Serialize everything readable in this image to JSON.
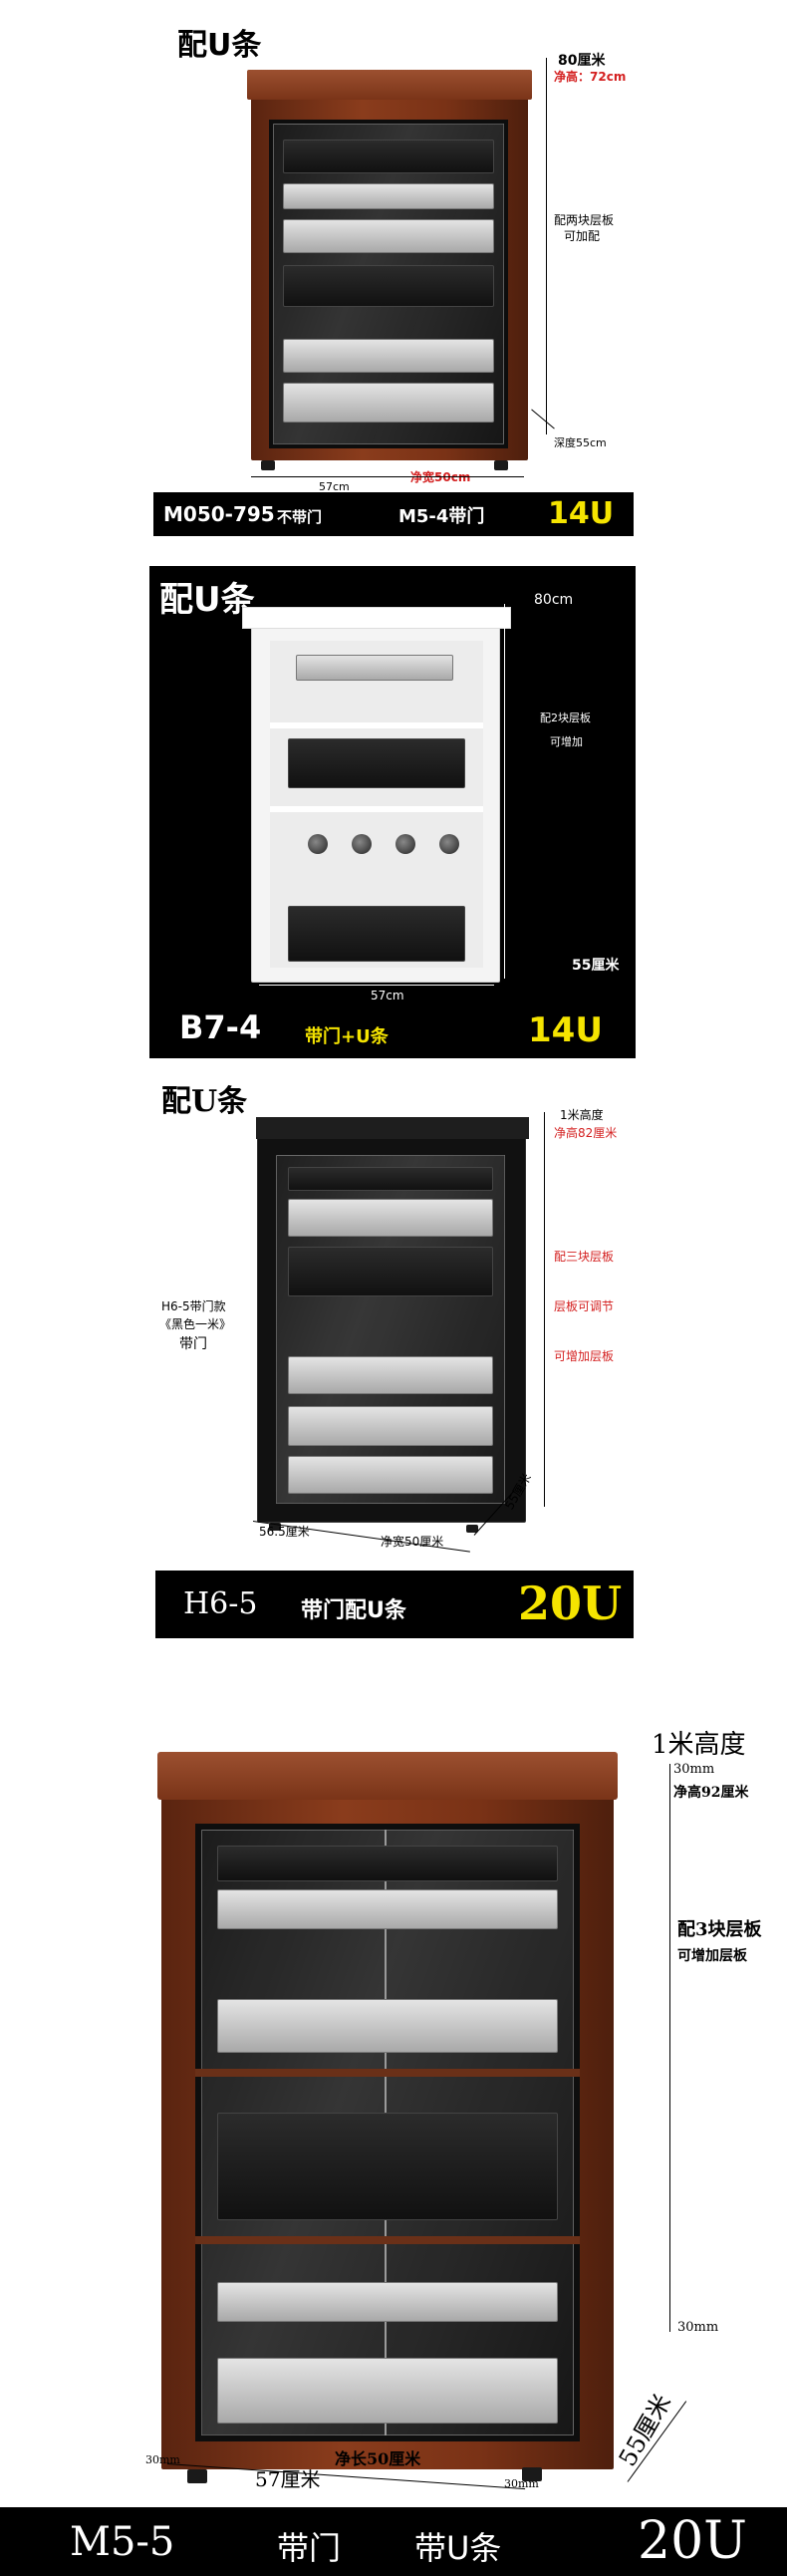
{
  "s1": {
    "heading": "配U条",
    "height_label": "80厘米",
    "net_height": "净高：72cm",
    "shelf_note_1": "配两块层板",
    "shelf_note_2": "可加配",
    "depth_label": "深度55cm",
    "net_width": "净宽50cm",
    "width_label": "57cm",
    "banner_model": "M050-795",
    "banner_door1": "不带门",
    "banner_model2": "M5-4带门",
    "banner_u": "14U"
  },
  "s2": {
    "heading": "配U条",
    "height_label": "80cm",
    "shelf_note_1": "配2块层板",
    "shelf_note_2": "可增加",
    "depth_label": "55厘米",
    "width_label": "57cm",
    "banner_model": "B7-4",
    "banner_desc": "带门+U条",
    "banner_u": "14U"
  },
  "s3": {
    "heading": "配U条",
    "height_label": "1米高度",
    "net_height": "净高82厘米",
    "note_1": "配三块层板",
    "note_2": "层板可调节",
    "note_3": "可增加层板",
    "left_1": "H6-5带门款",
    "left_2": "《黑色一米》",
    "left_3": "带门",
    "width_label": "56.5厘米",
    "net_width": "净宽50厘米",
    "depth_label": "55厘米",
    "banner_model": "H6-5",
    "banner_desc": "带门配U条",
    "banner_u": "20U"
  },
  "s4": {
    "height_label": "1米高度",
    "top_gap": "30mm",
    "net_height": "净高92厘米",
    "shelf_note_1": "配3块层板",
    "shelf_note_2": "可增加层板",
    "bottom_gap": "30mm",
    "depth_label": "55厘米",
    "net_length": "净长50厘米",
    "width_label": "57厘米",
    "left_gap": "30mm",
    "right_gap": "30mm",
    "banner_model": "M5-5",
    "banner_door": "带门",
    "banner_u_strip": "带U条",
    "banner_u": "20U"
  }
}
